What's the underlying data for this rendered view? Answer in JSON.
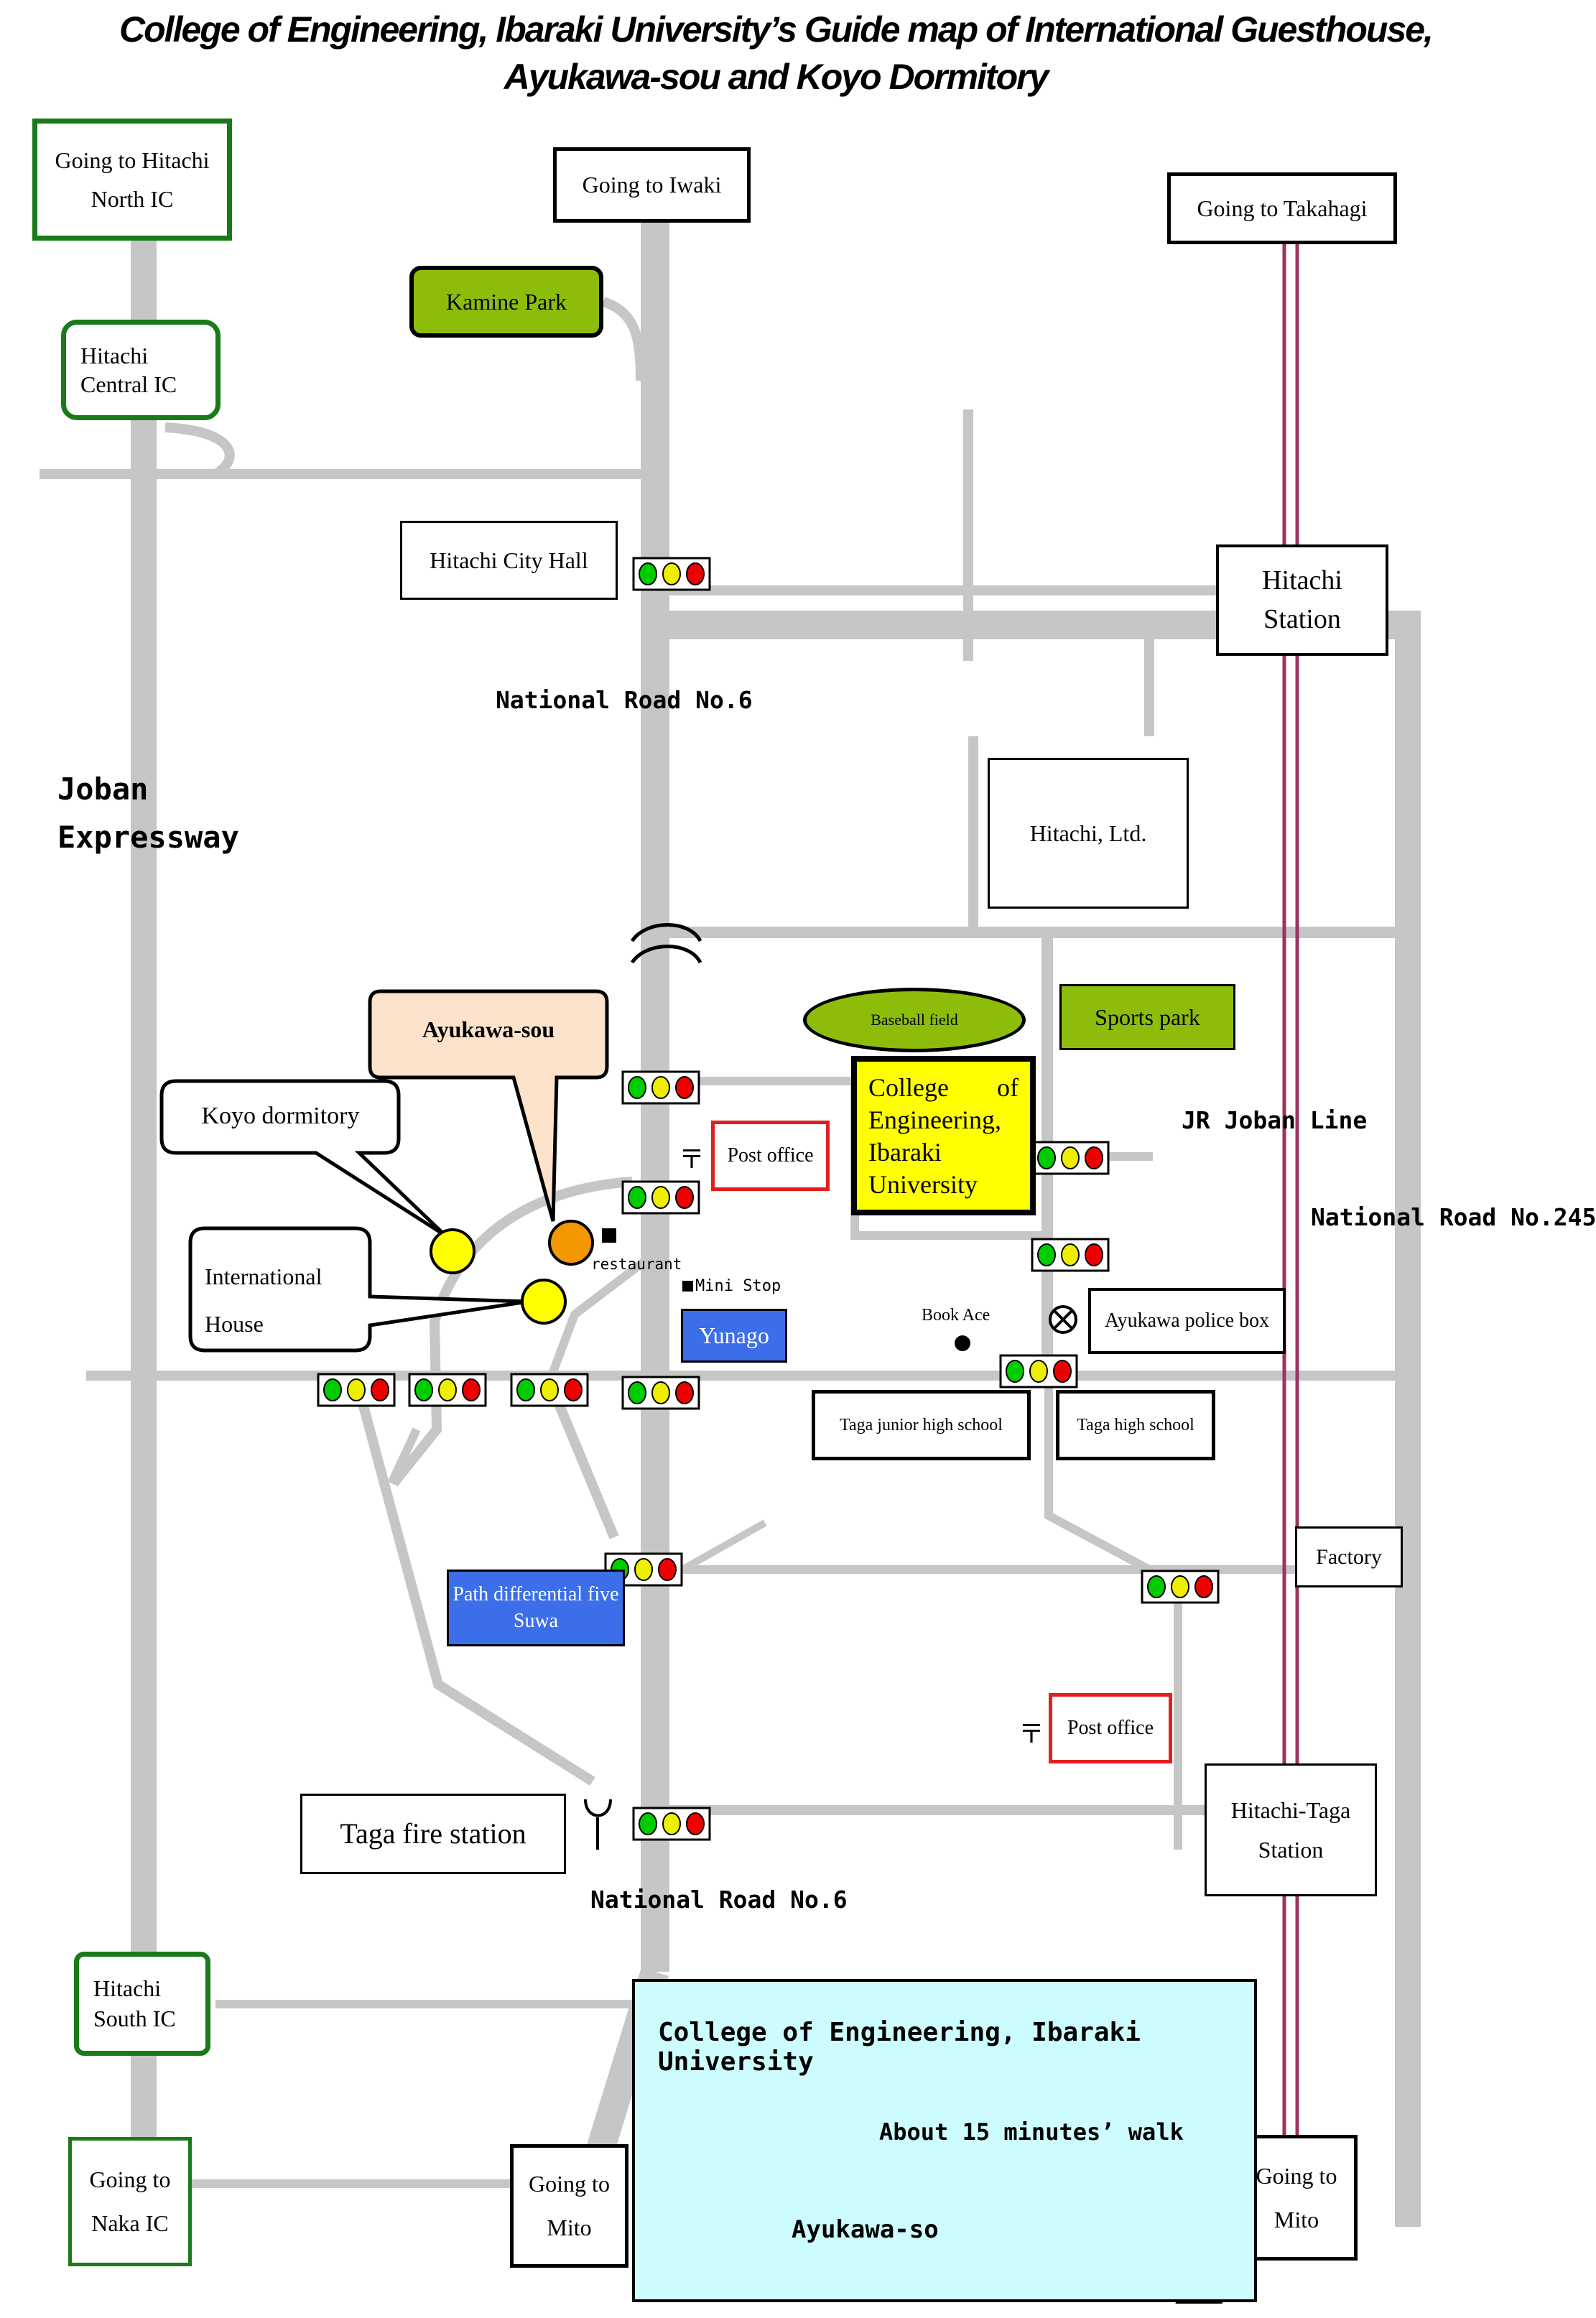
{
  "title": {
    "line1": "College of Engineering, Ibaraki University’s Guide map of International Guesthouse,",
    "line2": "Ayukawa-sou and Koyo Dormitory"
  },
  "places": {
    "going_hitachi_north": "Going to Hitachi North IC",
    "going_iwaki": "Going to Iwaki",
    "going_takahagi": "Going to Takahagi",
    "kamine_park": "Kamine Park",
    "hitachi_central_ic": "Hitachi Central IC",
    "hitachi_city_hall": "Hitachi City Hall",
    "hitachi_station": "Hitachi Station",
    "hitachi_ltd": "Hitachi, Ltd.",
    "baseball_field": "Baseball field",
    "sports_park": "Sports park",
    "college": "College of Engineering, Ibaraki University",
    "post_office_1": "Post office",
    "post_office_2": "Post office",
    "post_mark": "〒",
    "restaurant": "restaurant",
    "mini_stop": "Mini Stop",
    "yunago": "Yunago",
    "book_ace": "Book Ace",
    "ayukawa_police_box": "Ayukawa police box",
    "taga_junior_high": "Taga junior high school",
    "taga_high": "Taga high school",
    "factory": "Factory",
    "path_differential": "Path differential five Suwa",
    "taga_fire_station": "Taga fire station",
    "hitachi_taga_station": "Hitachi-Taga Station",
    "hitachi_south_ic": "Hitachi South IC",
    "going_naka": "Going to Naka IC",
    "going_mito_1": "Going to Mito",
    "going_mito_2": "Going to Mito"
  },
  "roads": {
    "joban_expressway": "Joban Expressway",
    "national_road_6_upper": "National Road No.6",
    "national_road_6_lower": "National Road No.6",
    "national_road_245": "National Road No.245",
    "jr_joban_line": "JR Joban Line"
  },
  "callouts": {
    "ayukawa_sou": "Ayukawa-sou",
    "koyo_dormitory": "Koyo dormitory",
    "international_house": "International House"
  },
  "note": {
    "line1": "College of Engineering, Ibaraki University",
    "walk": "About 15 minutes’ walk",
    "line3": "Ayukawa-so"
  },
  "colors": {
    "road": "#c6c6c6",
    "rail": "#9b3460",
    "green_box": "#1a7a1a",
    "park": "#8dbd0a",
    "college": "#ffff00",
    "blue_box": "#3b6ee8",
    "red_box": "#e41e1e",
    "ayukawa_callout": "#fde2cc",
    "note_bg": "#ccfcfd",
    "dorm_marker": "#ffff00",
    "ayukawa_marker": "#f39800",
    "signal_green": "#00cc00",
    "signal_yellow": "#eeee00",
    "signal_red": "#ee0000"
  }
}
